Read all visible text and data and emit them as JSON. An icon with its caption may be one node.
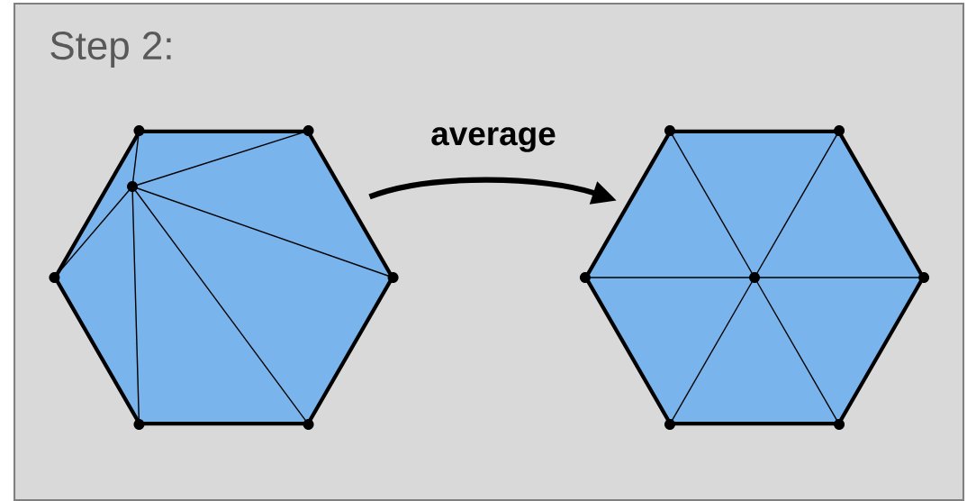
{
  "diagram": {
    "title": "Step 2:",
    "nodes": [
      {
        "text": [],
        "shape": "hexagon"
      },
      {
        "text": [],
        "shape": "hexagon"
      }
    ],
    "edges": [
      {
        "from": 0,
        "to": 1,
        "arrow": "to",
        "label": "average"
      }
    ]
  }
}
